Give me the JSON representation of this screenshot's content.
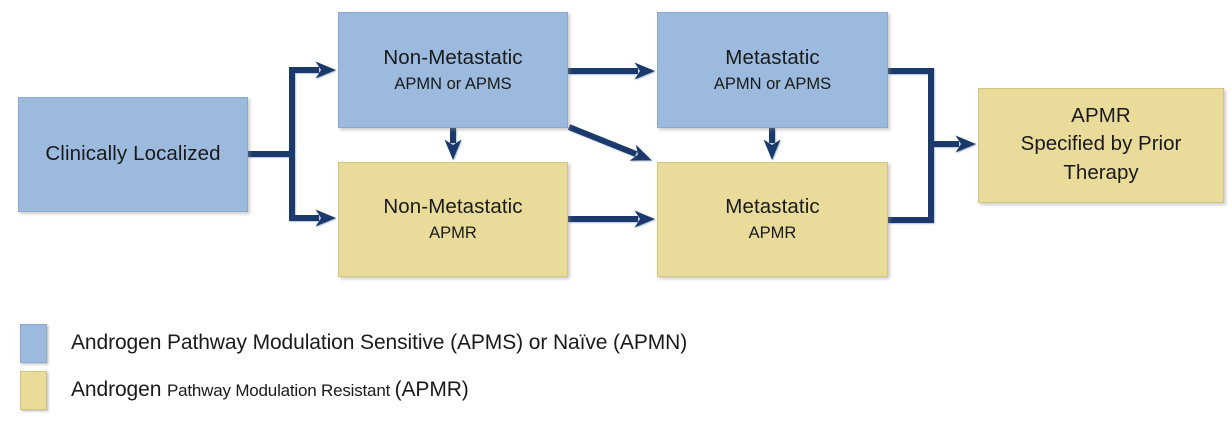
{
  "colors": {
    "background": "#ffffff",
    "box_blue": "#9bbadd",
    "box_blue_border": "#8aa9cc",
    "box_yellow": "#e9db9a",
    "box_yellow_border": "#d4c47c",
    "arrow": "#1b3a6b",
    "text": "#1a1a1a"
  },
  "nodes": {
    "clinically_localized": {
      "title": "Clinically Localized"
    },
    "non_metastatic_sensitive": {
      "title": "Non-Metastatic",
      "subtitle": "APMN or APMS"
    },
    "metastatic_sensitive": {
      "title": "Metastatic",
      "subtitle": "APMN or APMS"
    },
    "non_metastatic_resistant": {
      "title": "Non-Metastatic",
      "subtitle": "APMR"
    },
    "metastatic_resistant": {
      "title": "Metastatic",
      "subtitle": "APMR"
    },
    "apmr_prior_therapy": {
      "title": "APMR",
      "subtitle": "Specified by Prior Therapy"
    }
  },
  "legend": {
    "items": [
      {
        "swatch_color": "#9bbadd",
        "label": "Androgen Pathway Modulation Sensitive (APMS) or Naïve (APMN)"
      },
      {
        "swatch_color": "#e9db9a",
        "parts": [
          "Androgen ",
          "Pathway Modulation Resistant ",
          "(APMR)"
        ]
      }
    ]
  }
}
